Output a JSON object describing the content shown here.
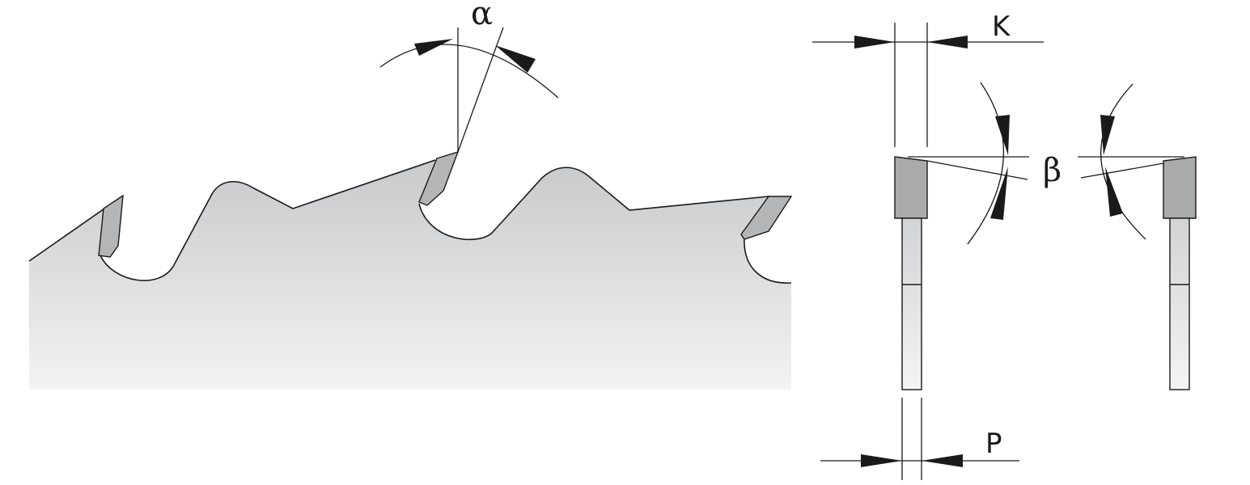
{
  "labels": {
    "rake_angle": "α",
    "bevel_angle": "β",
    "kerf": "K",
    "plate": "P"
  },
  "colors": {
    "blade_top": "#c8c9cb",
    "blade_bottom": "#f3f3f3",
    "tip": "#b4b5b7",
    "tip_dark": "#a9aaac",
    "line": "#1a1a1a"
  }
}
